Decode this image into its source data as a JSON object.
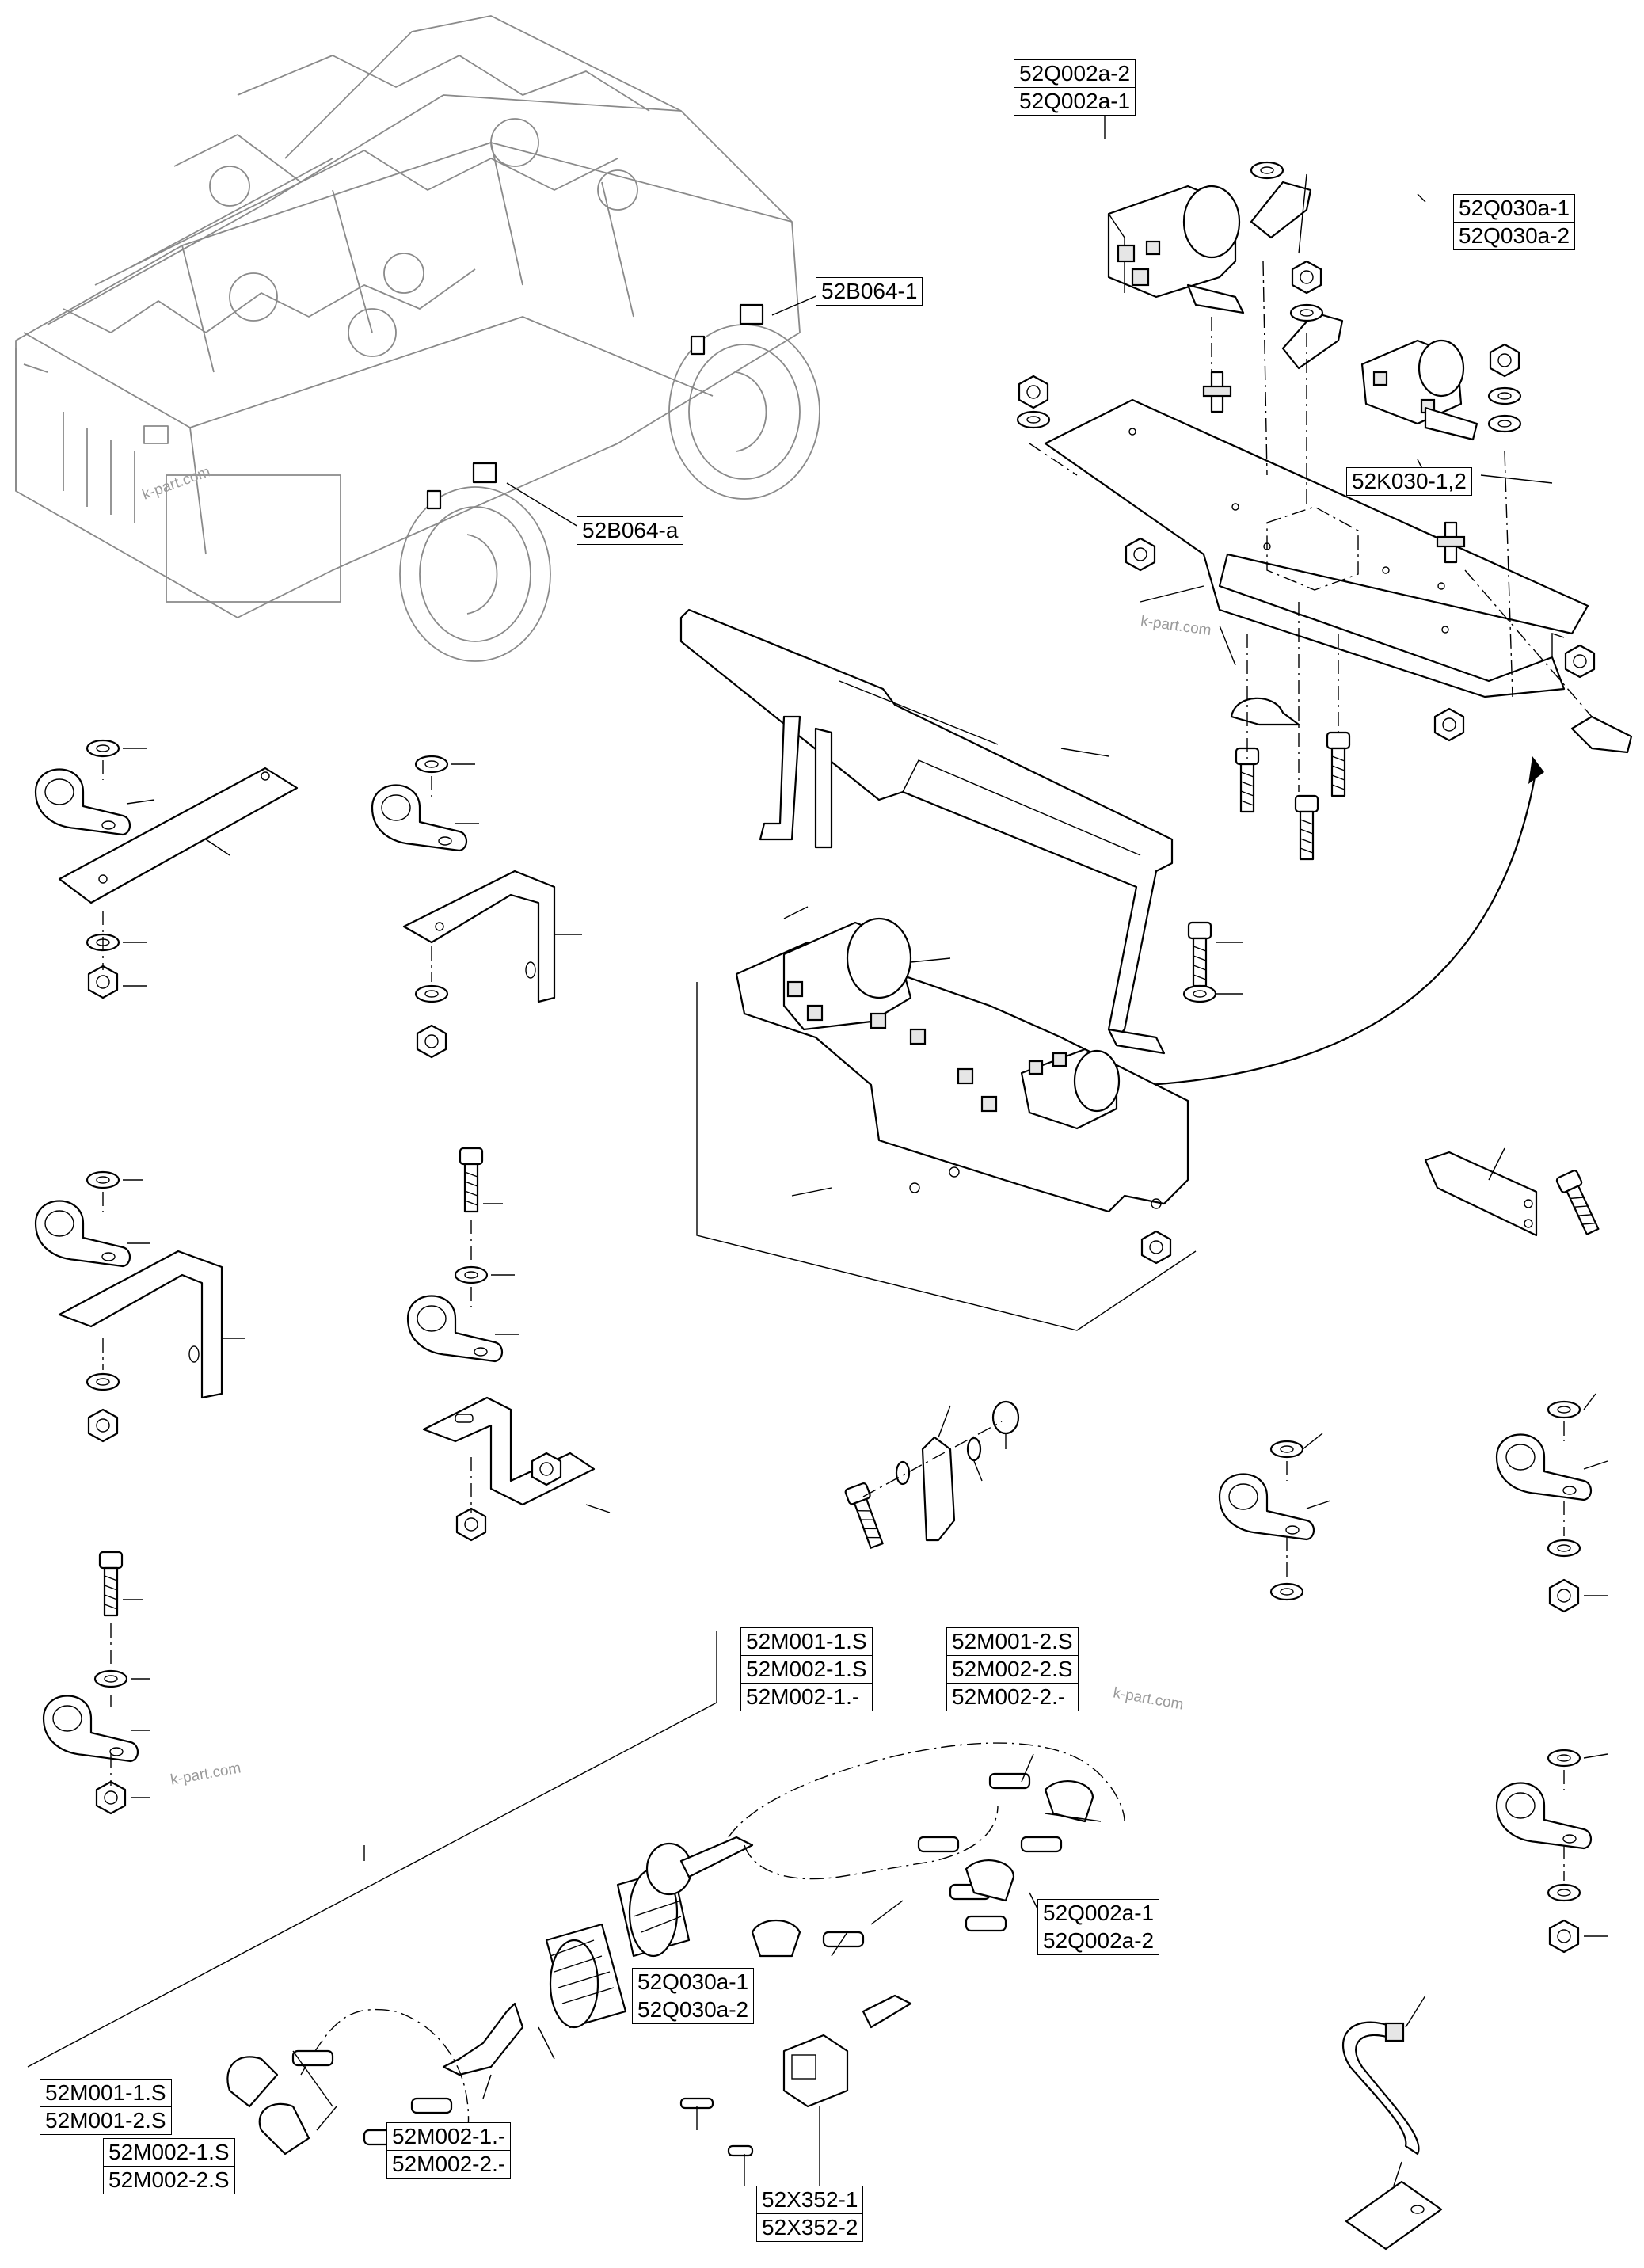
{
  "labels": {
    "b064_1": "52B064-1",
    "b064_a": "52B064-a",
    "q002_top": [
      "52Q002a-2",
      "52Q002a-1"
    ],
    "q030_top": [
      "52Q030a-1",
      "52Q030a-2"
    ],
    "k030": "52K030-1,2",
    "m_group_left": [
      "52M001-1.S",
      "52M002-1.S",
      "52M002-1.-"
    ],
    "m_group_right": [
      "52M001-2.S",
      "52M002-2.S",
      "52M002-2.-"
    ],
    "q002_bottom": [
      "52Q002a-1",
      "52Q002a-2"
    ],
    "q030_bottom": [
      "52Q030a-1",
      "52Q030a-2"
    ],
    "m001_s": [
      "52M001-1.S",
      "52M001-2.S"
    ],
    "m002_s": [
      "52M002-1.S",
      "52M002-2.S"
    ],
    "m002_minus": [
      "52M002-1.-",
      "52M002-2.-"
    ],
    "x352": [
      "52X352-1",
      "52X352-2"
    ]
  },
  "watermarks": [
    "k-part.com",
    "k-part.com",
    "k-part.com",
    "k-part.com"
  ],
  "icons": [
    "engine-block",
    "solenoid-relay",
    "mounting-bracket",
    "cable-clamp",
    "hex-nut",
    "washer",
    "bolt",
    "starter-motor-solenoid",
    "cable-tie",
    "cable-lug"
  ],
  "colors": {
    "line": "#000000",
    "engine_outline": "#8a8a8a",
    "background": "#ffffff"
  }
}
